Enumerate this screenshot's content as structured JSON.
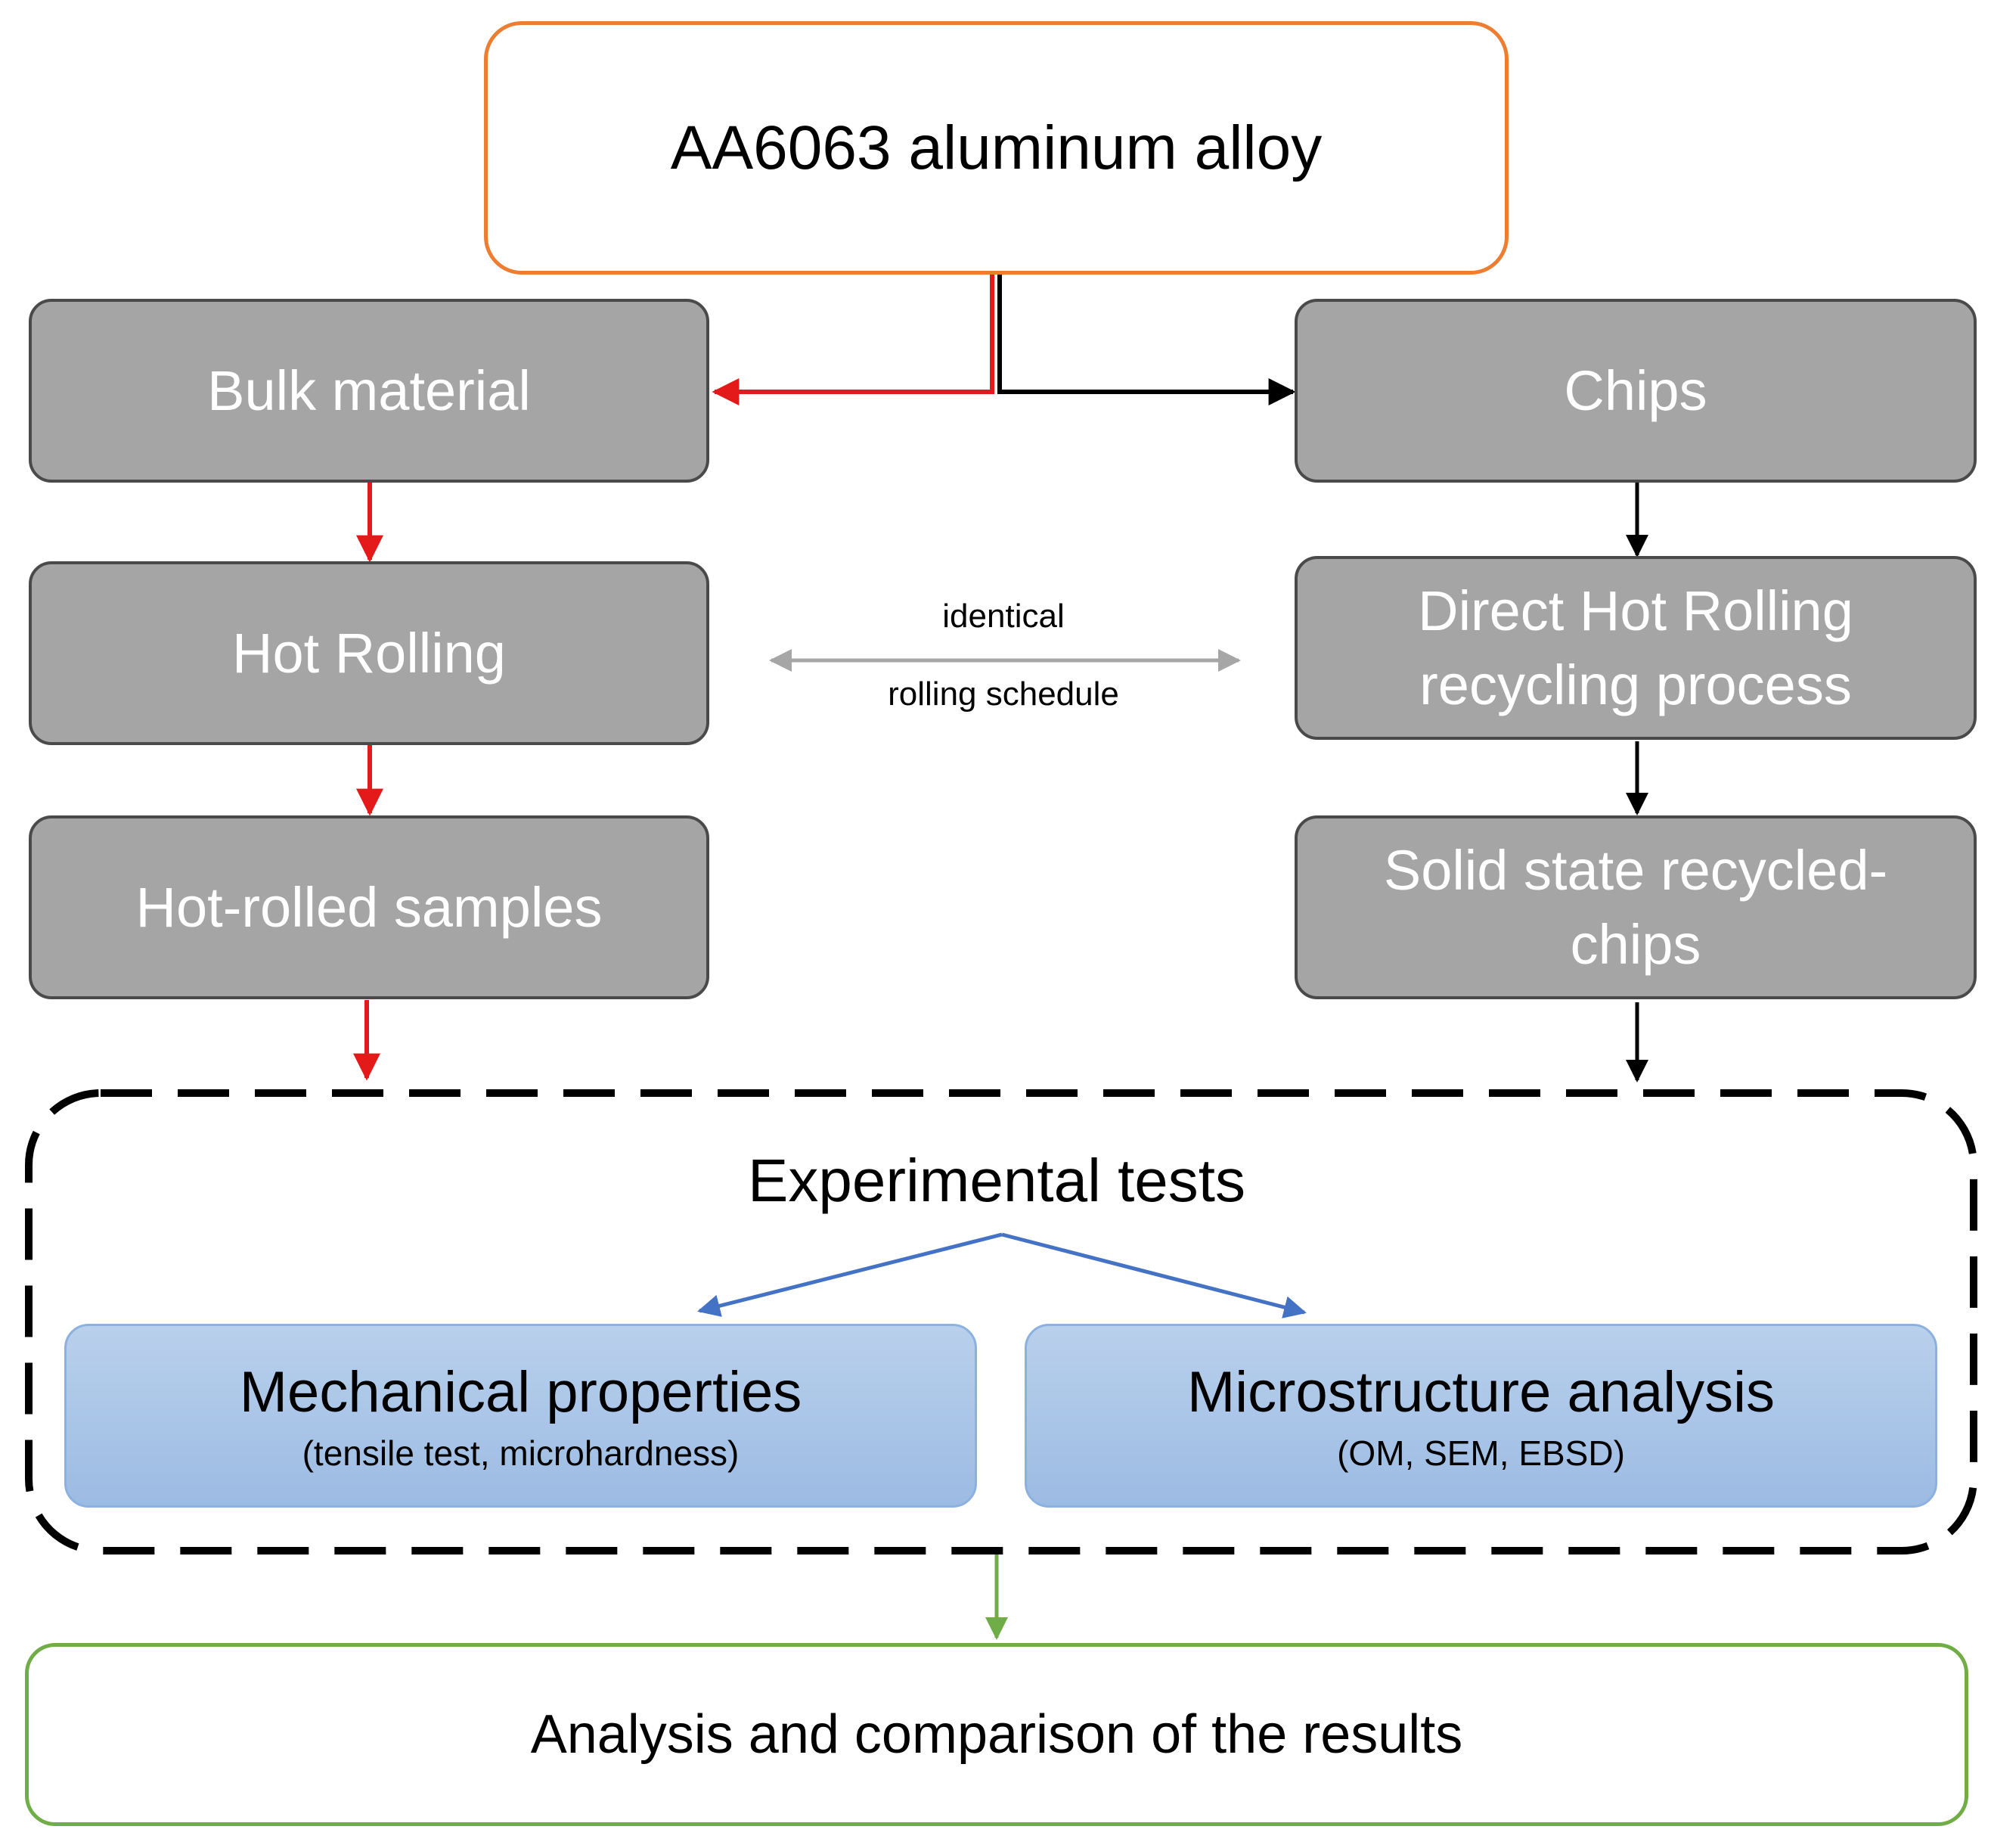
{
  "source": {
    "label": "AA6063 aluminum alloy"
  },
  "left_branch": {
    "bulk_material": "Bulk material",
    "hot_rolling": "Hot Rolling",
    "hot_rolled_samples": "Hot-rolled samples"
  },
  "right_branch": {
    "chips": "Chips",
    "direct_hot_rolling_line1": "Direct Hot Rolling",
    "direct_hot_rolling_line2": "recycling process",
    "recycled_chips_line1": "Solid state recycled-",
    "recycled_chips_line2": "chips"
  },
  "link_note": {
    "line1": "identical",
    "line2": "rolling schedule"
  },
  "experimental": {
    "title": "Experimental tests",
    "mechanical_title": "Mechanical properties",
    "mechanical_detail": "(tensile test, microhardness)",
    "microstructure_title": "Microstructure analysis",
    "microstructure_detail": "(OM, SEM, EBSD)"
  },
  "result": {
    "label": "Analysis and comparison of the results"
  },
  "colors": {
    "left_path": "#e41a1a",
    "right_path": "#000000",
    "test_arrows": "#4472c4",
    "result_arrow": "#70ad47",
    "link_arrow": "#a6a6a6",
    "source_border": "#ed7d31",
    "result_border": "#70ad47",
    "process_fill": "#a5a5a5"
  }
}
